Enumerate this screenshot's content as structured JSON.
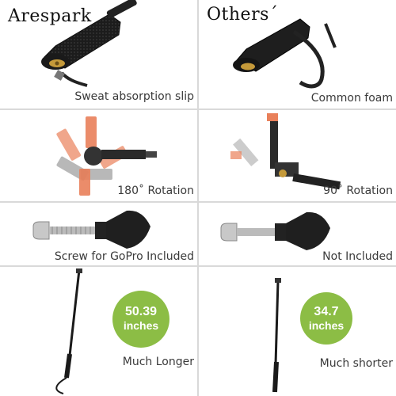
{
  "headers": {
    "left": "Arespark",
    "right": "Others´"
  },
  "rows": [
    {
      "left_caption": "Sweat absorption slip",
      "right_caption": "Common foam"
    },
    {
      "left_caption": "180˚ Rotation",
      "right_caption": "90˚ Rotation"
    },
    {
      "left_caption": "Screw for GoPro Included",
      "right_caption": "Not Included"
    },
    {
      "left_caption": "Much Longer",
      "right_caption": "Much shorter"
    }
  ],
  "badges": {
    "left": {
      "value": "50.39",
      "unit": "inches"
    },
    "right": {
      "value": "34.7",
      "unit": "inches"
    }
  },
  "colors": {
    "accent_green": "#8cbd45",
    "mount_orange": "#e9805a",
    "divider": "#d9d9d9"
  }
}
